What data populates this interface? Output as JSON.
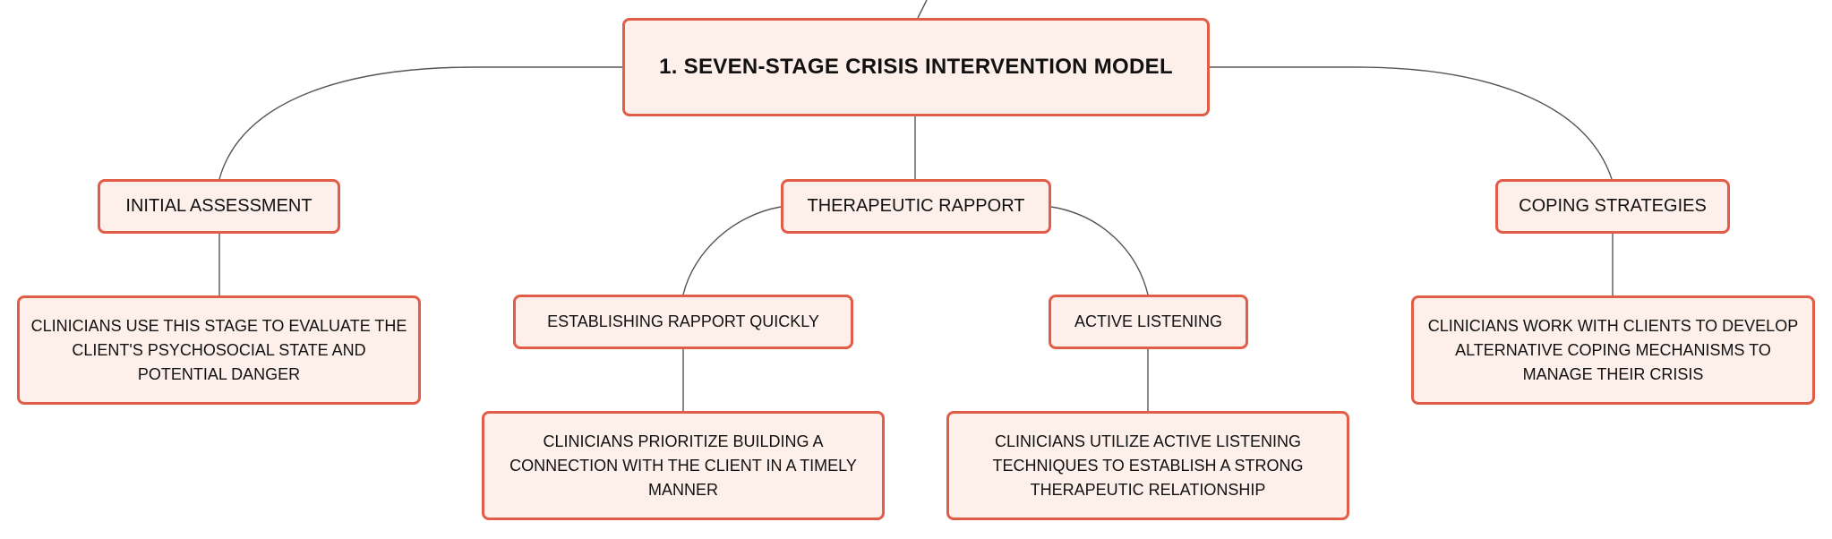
{
  "diagram": {
    "root": {
      "label": "1. SEVEN-STAGE CRISIS INTERVENTION MODEL"
    },
    "branches": [
      {
        "label": "INITIAL ASSESSMENT",
        "detail": "CLINICIANS USE THIS STAGE TO EVALUATE THE CLIENT'S PSYCHOSOCIAL STATE AND POTENTIAL DANGER"
      },
      {
        "label": "THERAPEUTIC RAPPORT",
        "children": [
          {
            "label": "ESTABLISHING RAPPORT QUICKLY",
            "detail": "CLINICIANS PRIORITIZE BUILDING A CONNECTION WITH THE CLIENT IN A TIMELY MANNER"
          },
          {
            "label": "ACTIVE LISTENING",
            "detail": "CLINICIANS UTILIZE ACTIVE LISTENING TECHNIQUES TO ESTABLISH A STRONG THERAPEUTIC RELATIONSHIP"
          }
        ]
      },
      {
        "label": "COPING STRATEGIES",
        "detail": "CLINICIANS WORK WITH CLIENTS TO DEVELOP ALTERNATIVE COPING MECHANISMS TO MANAGE THEIR CRISIS"
      }
    ],
    "colors": {
      "node_fill": "#fdefea",
      "node_border": "#e15d48",
      "connector": "#555555",
      "text": "#111111"
    }
  }
}
